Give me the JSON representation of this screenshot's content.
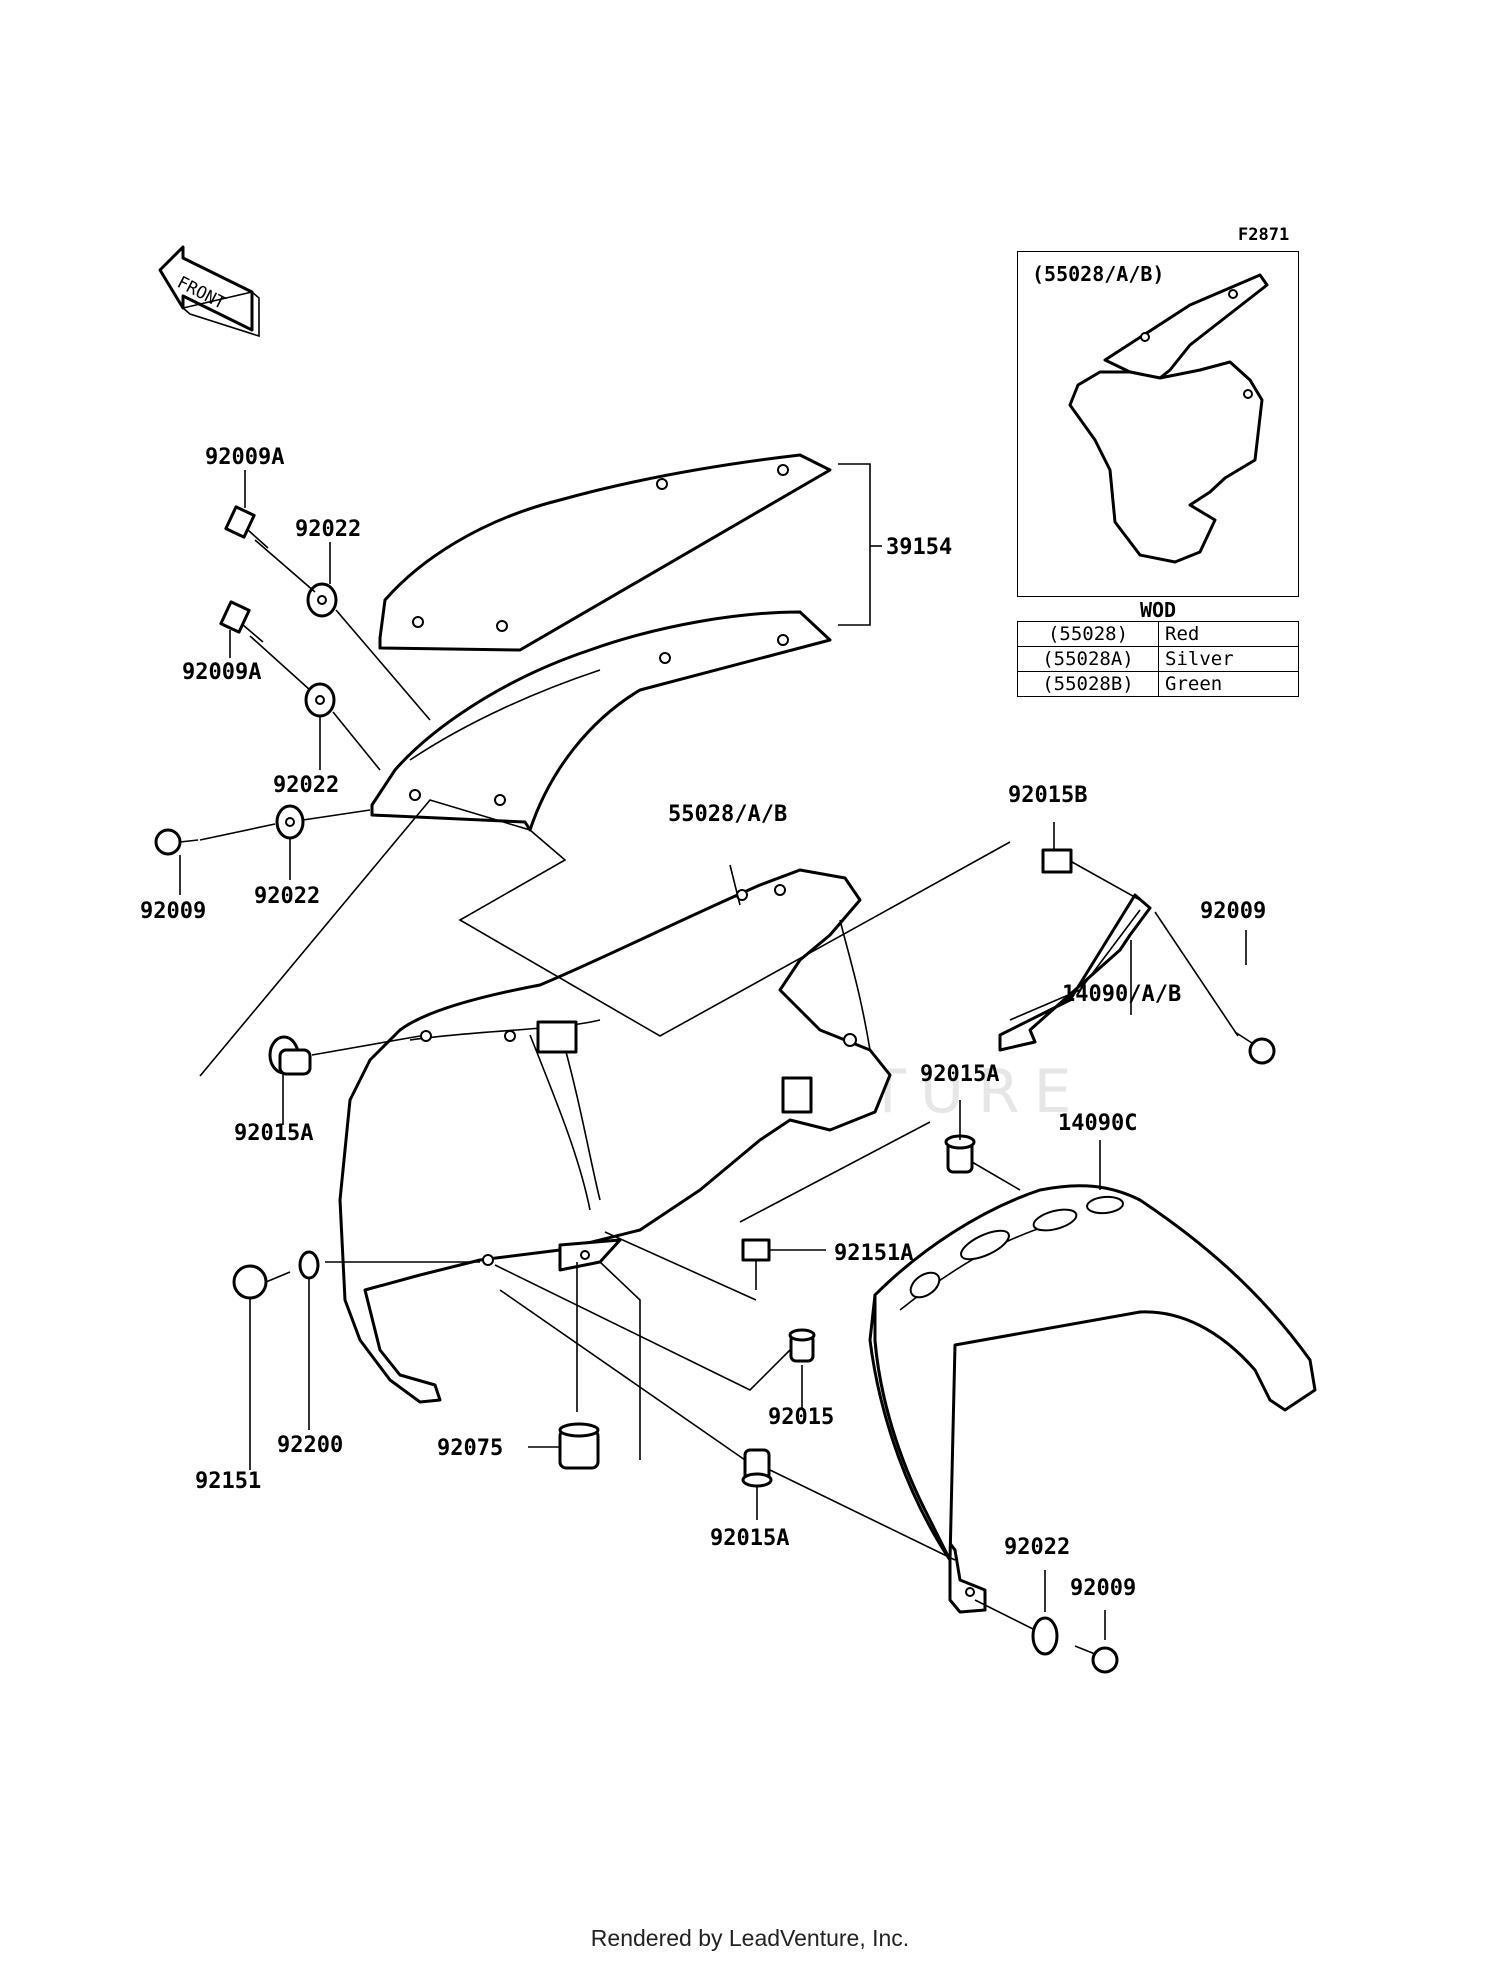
{
  "figure_id": "F2871",
  "front_label": "FRONT",
  "watermark": "LEADVENTURE",
  "inset": {
    "title": "(55028/A/B)"
  },
  "color_table": {
    "header": "WOD",
    "rows": [
      {
        "code": "(55028)",
        "color": "Red"
      },
      {
        "code": "(55028A)",
        "color": "Silver"
      },
      {
        "code": "(55028B)",
        "color": "Green"
      }
    ]
  },
  "parts": {
    "p92009A_top": "92009A",
    "p92022_top": "92022",
    "p39154": "39154",
    "p92009A_mid": "92009A",
    "p92022_mid": "92022",
    "p92009_left": "92009",
    "p92022_left": "92022",
    "p55028": "55028/A/B",
    "p92015B": "92015B",
    "p92009_right": "92009",
    "p14090": "14090/A/B",
    "p92015A_left": "92015A",
    "p92015A_right": "92015A",
    "p14090C": "14090C",
    "p92151A": "92151A",
    "p92015": "92015",
    "p92075": "92075",
    "p92151": "92151",
    "p92200": "92200",
    "p92015A_bottom": "92015A",
    "p92022_bottom": "92022",
    "p92009_bottom": "92009"
  },
  "footer": "Rendered by LeadVenture, Inc."
}
